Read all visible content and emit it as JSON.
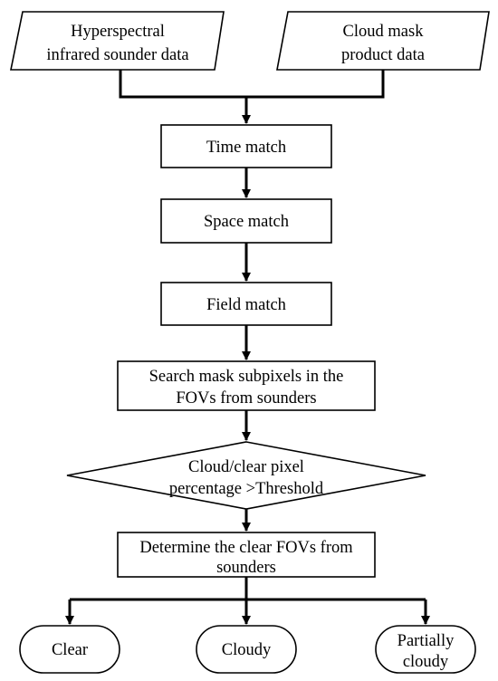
{
  "flowchart": {
    "inputs": {
      "sounder": {
        "line1": "Hyperspectral",
        "line2": "infrared sounder data"
      },
      "cloud_mask": {
        "line1": "Cloud mask",
        "line2": "product data"
      }
    },
    "steps": {
      "time_match": "Time match",
      "space_match": "Space match",
      "field_match": "Field match",
      "search": {
        "line1": "Search mask subpixels in the",
        "line2": "FOVs from sounders"
      }
    },
    "decision": {
      "line1": "Cloud/clear pixel",
      "line2": "percentage >Threshold"
    },
    "determine": {
      "line1": "Determine the clear FOVs from",
      "line2": "sounders"
    },
    "outputs": {
      "clear": "Clear",
      "cloudy": "Cloudy",
      "partially_cloudy": {
        "line1": "Partially",
        "line2": "cloudy"
      }
    }
  },
  "colors": {
    "stroke": "#000000",
    "fill": "#ffffff",
    "text": "#000000"
  }
}
